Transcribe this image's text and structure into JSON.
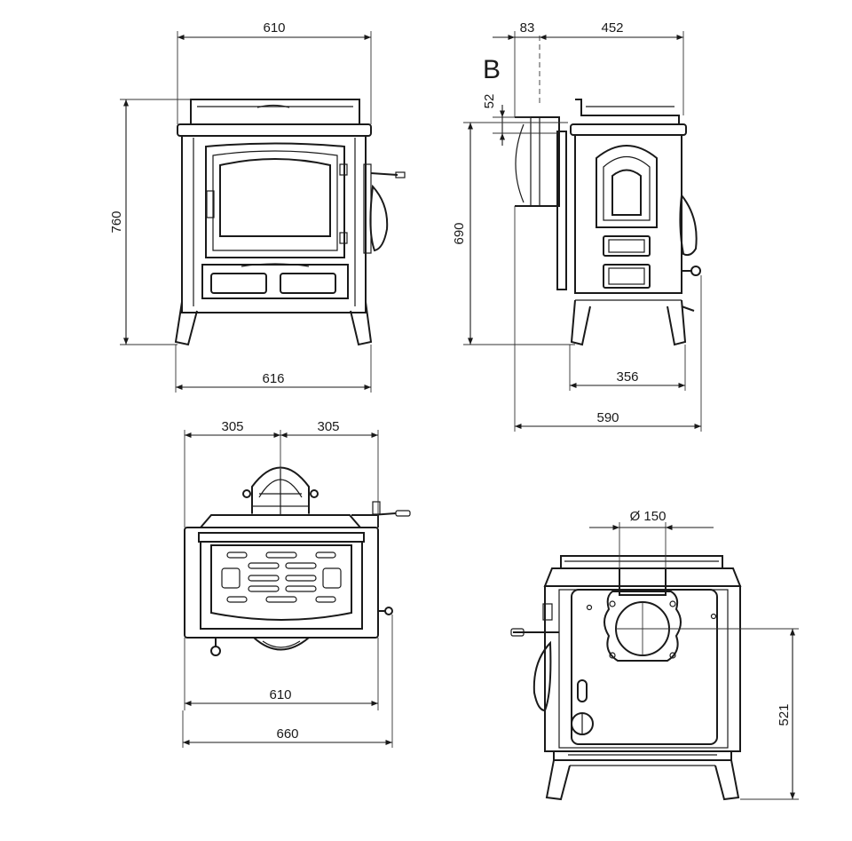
{
  "section_label": "B",
  "dims": {
    "front_width_top": "610",
    "front_height": "760",
    "front_width_bottom": "616",
    "side_offset": "83",
    "side_depth_top": "452",
    "side_flue_height": "52",
    "side_height": "690",
    "side_depth_base": "356",
    "side_depth_total": "590",
    "top_half_left": "305",
    "top_half_right": "305",
    "top_width": "610",
    "top_width_total": "660",
    "flue_diameter": "Ø 150",
    "flue_center_height": "521"
  }
}
